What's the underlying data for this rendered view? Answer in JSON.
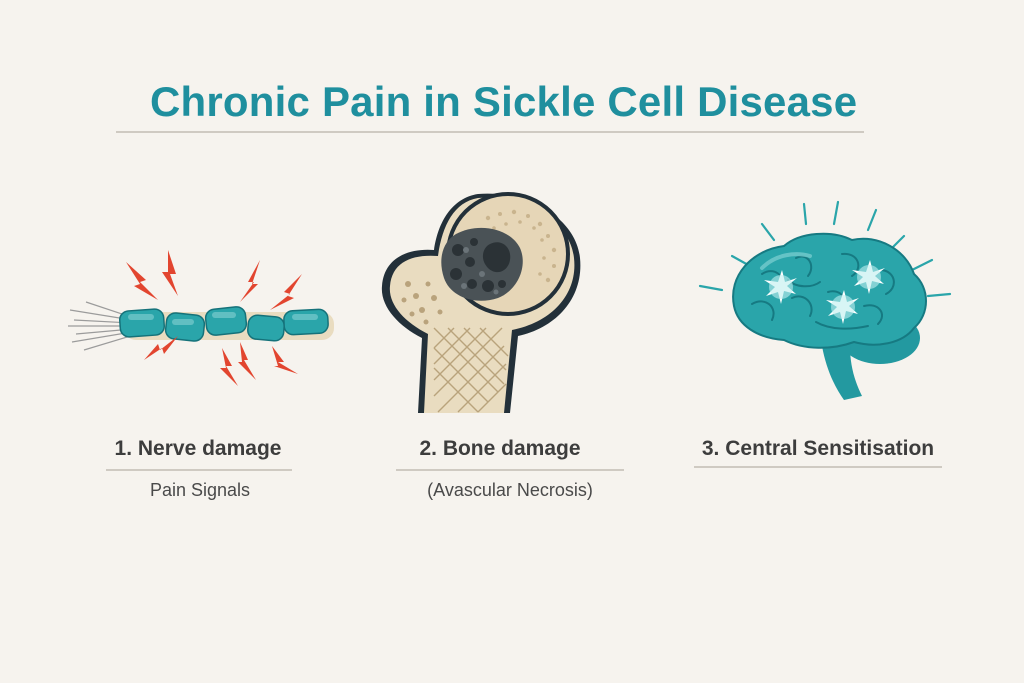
{
  "title": "Chronic Pain in Sickle Cell Disease",
  "colors": {
    "accent": "#1f8f9e",
    "teal_fill": "#2aa5aa",
    "pain_red": "#e2452f",
    "bone_beige": "#e9dcc0",
    "necrosis_dark": "#4a5256",
    "text_dark": "#3d3d3d"
  },
  "sections": [
    {
      "caption": "1. Nerve damage",
      "subtitle": "Pain Signals",
      "icon": "damaged-nerve-icon"
    },
    {
      "caption": "2. Bone damage",
      "subtitle": "(Avascular Necrosis)",
      "icon": "femur-bone-icon"
    },
    {
      "caption": "3. Central Sensitisation",
      "subtitle": "",
      "icon": "sensitised-brain-icon"
    }
  ]
}
